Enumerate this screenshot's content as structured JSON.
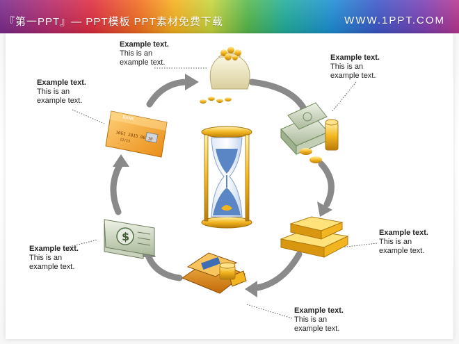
{
  "header": {
    "title": "『第一PPT』— PPT模板 PPT素材免费下载",
    "site": "WWW.1PPT.COM"
  },
  "colors": {
    "arrow": "#8a8a8a",
    "gold": "#f2b51f",
    "bill_green": "#6f9a5a",
    "card_orange": "#f3a025",
    "hourglass_sand": "#5b86c6"
  },
  "cycle": {
    "nodes": [
      {
        "icon": "money-bag-icon",
        "title": "Example text.",
        "body": "This is an\nexample text."
      },
      {
        "icon": "cash-stack-icon",
        "title": "Example text.",
        "body": "This is an\nexample text."
      },
      {
        "icon": "gold-bars-icon",
        "title": "Example text.",
        "body": "This is an\nexample text."
      },
      {
        "icon": "wallet-icon",
        "title": "Example text.",
        "body": "This is an\nexample text."
      },
      {
        "icon": "dollar-bills-icon",
        "title": "Example text.",
        "body": "This is an\nexample text."
      },
      {
        "icon": "credit-card-icon",
        "title": "Example text.",
        "body": "This is an\nexample text."
      }
    ],
    "center_icon": "hourglass-icon",
    "card_text": {
      "bank": "BANK",
      "number": "1061 2013 06 10",
      "valid": "12/15"
    }
  }
}
